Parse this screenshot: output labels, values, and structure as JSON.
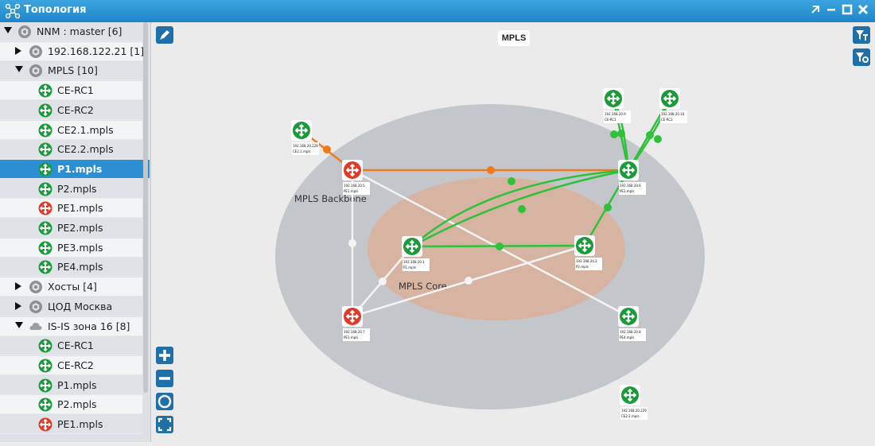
{
  "window": {
    "title": "Топология",
    "icon": "topology-icon",
    "controls": [
      "pin-icon",
      "minimize-icon",
      "maximize-icon",
      "close-icon"
    ]
  },
  "tree": {
    "items": [
      {
        "label": "NNM : master [6]",
        "icon": "gear-node-icon",
        "expanded": true,
        "level": 0
      },
      {
        "label": "192.168.122.21 [1]",
        "icon": "gear-node-icon",
        "expanded": false,
        "level": 1
      },
      {
        "label": "MPLS [10]",
        "icon": "gear-node-icon",
        "expanded": true,
        "level": 1
      },
      {
        "label": "CE-RC1",
        "icon": "router-green-icon",
        "level": 2
      },
      {
        "label": "CE-RC2",
        "icon": "router-green-icon",
        "level": 2
      },
      {
        "label": "CE2.1.mpls",
        "icon": "router-green-icon",
        "level": 2
      },
      {
        "label": "CE2.2.mpls",
        "icon": "router-green-icon",
        "level": 2
      },
      {
        "label": "P1.mpls",
        "icon": "router-green-icon",
        "level": 2,
        "selected": true
      },
      {
        "label": "P2.mpls",
        "icon": "router-green-icon",
        "level": 2
      },
      {
        "label": "PE1.mpls",
        "icon": "router-red-icon",
        "level": 2
      },
      {
        "label": "PE2.mpls",
        "icon": "router-green-icon",
        "level": 2
      },
      {
        "label": "PE3.mpls",
        "icon": "router-green-icon",
        "level": 2
      },
      {
        "label": "PE4.mpls",
        "icon": "router-green-icon",
        "level": 2
      },
      {
        "label": "Хосты [4]",
        "icon": "gear-node-icon",
        "expanded": false,
        "level": 1
      },
      {
        "label": "ЦОД Москва",
        "icon": "gear-node-icon",
        "expanded": false,
        "level": 1
      },
      {
        "label": "IS-IS зона 16 [8]",
        "icon": "cloud-icon",
        "expanded": true,
        "level": 1
      },
      {
        "label": "CE-RC1",
        "icon": "router-green-icon",
        "level": 2
      },
      {
        "label": "CE-RC2",
        "icon": "router-green-icon",
        "level": 2
      },
      {
        "label": "P1.mpls",
        "icon": "router-green-icon",
        "level": 2
      },
      {
        "label": "P2.mpls",
        "icon": "router-green-icon",
        "level": 2
      },
      {
        "label": "PE1.mpls",
        "icon": "router-red-icon",
        "level": 2
      }
    ]
  },
  "map": {
    "title": "MPLS",
    "zones": {
      "backbone": "MPLS Backbone",
      "core": "MPLS Core"
    },
    "nodes": [
      {
        "id": "ce21",
        "ip": "192.168.20.228",
        "name": "CE2.1.mpls",
        "status": "green"
      },
      {
        "id": "pe1",
        "ip": "192.168.20.5",
        "name": "PE1.mpls",
        "status": "red"
      },
      {
        "id": "pe2",
        "ip": "192.168.20.6",
        "name": "PE2.mpls",
        "status": "green"
      },
      {
        "id": "cerc1",
        "ip": "192.168.20.9",
        "name": "CE-RC1",
        "status": "green"
      },
      {
        "id": "cerc2",
        "ip": "192.168.20.10",
        "name": "CE-RC2",
        "status": "green"
      },
      {
        "id": "p1",
        "ip": "192.168.20.1",
        "name": "P1.mpls",
        "status": "green"
      },
      {
        "id": "p2",
        "ip": "192.168.20.2",
        "name": "P2.mpls",
        "status": "green"
      },
      {
        "id": "pe3",
        "ip": "192.168.20.7",
        "name": "PE3.mpls",
        "status": "red"
      },
      {
        "id": "pe4",
        "ip": "192.168.20.8",
        "name": "PE4.mpls",
        "status": "green"
      },
      {
        "id": "ce22",
        "ip": "192.168.20.229",
        "name": "CE2.2.mpls",
        "status": "green"
      }
    ],
    "colors": {
      "green": "#1a9a3a",
      "red": "#e03a2a",
      "link_green": "#2ec13a",
      "link_orange": "#f07a1a",
      "link_white": "#f4f4f4",
      "backbone": "#c2c5ca",
      "core": "#d9b3a0"
    }
  },
  "controls": {
    "edit": "pencil-icon",
    "filter": "filter-icon",
    "filter_alt": "filter-settings-icon",
    "zoom_in": "zoom-in-icon",
    "zoom_out": "zoom-out-icon",
    "reset": "circle-icon",
    "fit": "fit-screen-icon"
  }
}
